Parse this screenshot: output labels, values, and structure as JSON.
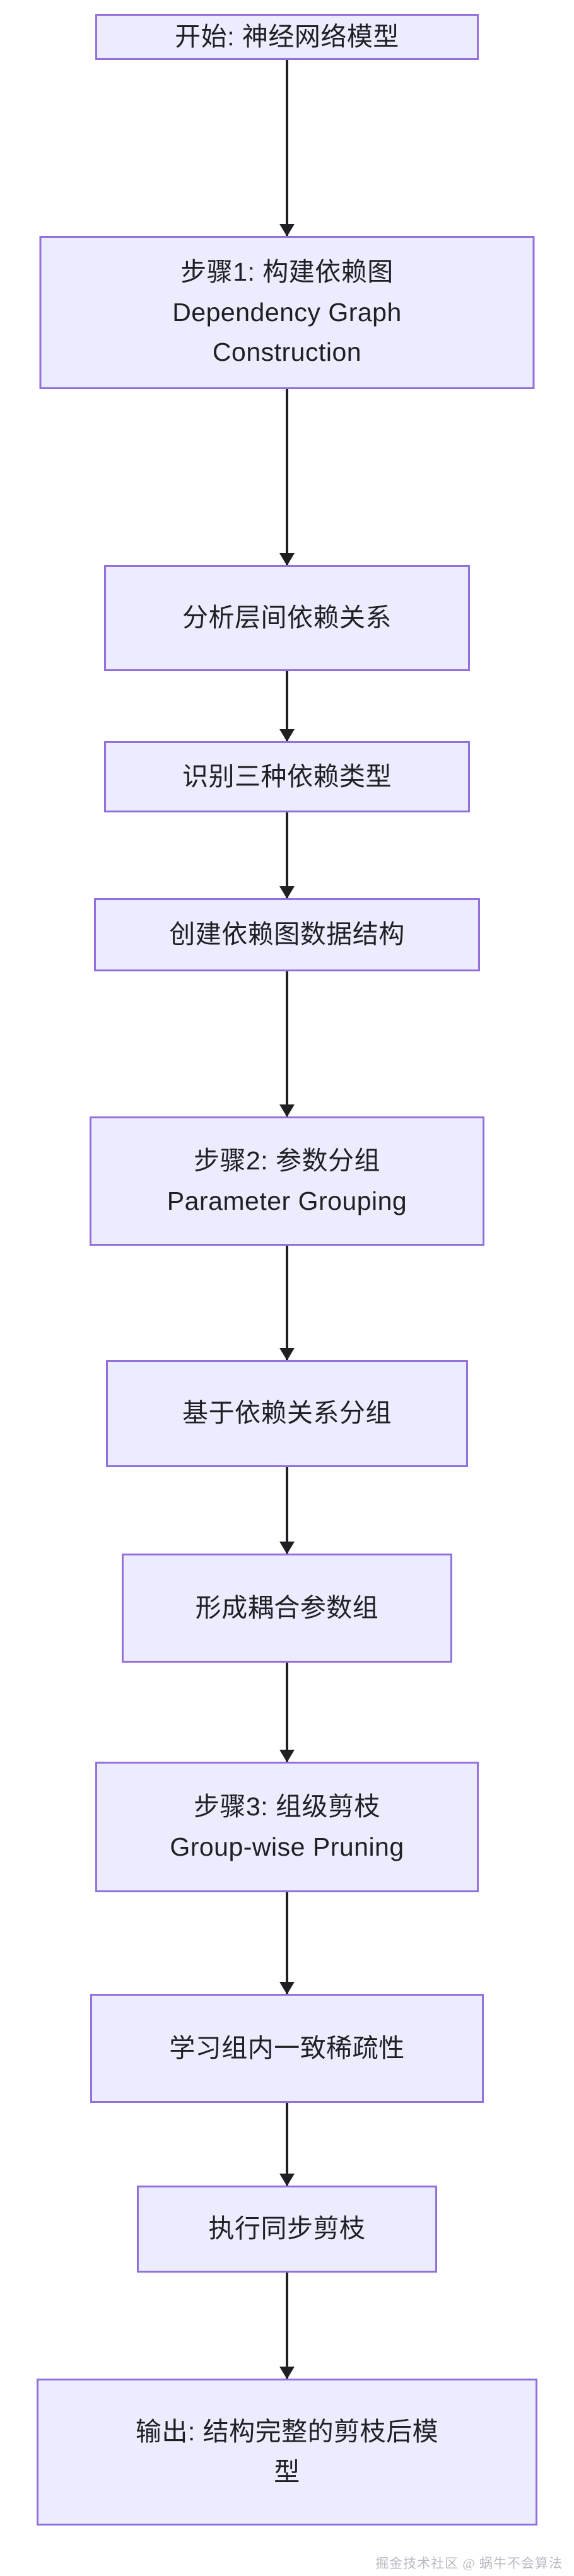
{
  "diagram": {
    "type": "flowchart",
    "direction": "top-to-bottom",
    "theme": {
      "node_fill": "#ececff",
      "node_border": "#9370db",
      "node_text": "#1f2023",
      "edge_color": "#1f2023",
      "background": "#ffffff",
      "watermark_color": "#b9b9c4"
    },
    "nodes": [
      {
        "id": "start",
        "lines": [
          "开始: 神经网络模型"
        ]
      },
      {
        "id": "step1",
        "lines": [
          "步骤1: 构建依赖图",
          "Dependency Graph",
          "Construction"
        ]
      },
      {
        "id": "s1a",
        "lines": [
          "分析层间依赖关系"
        ]
      },
      {
        "id": "s1b",
        "lines": [
          "识别三种依赖类型"
        ]
      },
      {
        "id": "s1c",
        "lines": [
          "创建依赖图数据结构"
        ]
      },
      {
        "id": "step2",
        "lines": [
          "步骤2: 参数分组",
          "Parameter Grouping"
        ]
      },
      {
        "id": "s2a",
        "lines": [
          "基于依赖关系分组"
        ]
      },
      {
        "id": "s2b",
        "lines": [
          "形成耦合参数组"
        ]
      },
      {
        "id": "step3",
        "lines": [
          "步骤3: 组级剪枝",
          "Group-wise Pruning"
        ]
      },
      {
        "id": "s3a",
        "lines": [
          "学习组内一致稀疏性"
        ]
      },
      {
        "id": "s3b",
        "lines": [
          "执行同步剪枝"
        ]
      },
      {
        "id": "output",
        "lines": [
          "输出: 结构完整的剪枝后模",
          "型"
        ]
      }
    ],
    "edges": [
      {
        "from": "start",
        "to": "step1",
        "label": ""
      },
      {
        "from": "step1",
        "to": "s1a",
        "label": ""
      },
      {
        "from": "s1a",
        "to": "s1b",
        "label": ""
      },
      {
        "from": "s1b",
        "to": "s1c",
        "label": ""
      },
      {
        "from": "s1c",
        "to": "step2",
        "label": ""
      },
      {
        "from": "step2",
        "to": "s2a",
        "label": ""
      },
      {
        "from": "s2a",
        "to": "s2b",
        "label": ""
      },
      {
        "from": "s2b",
        "to": "step3",
        "label": ""
      },
      {
        "from": "step3",
        "to": "s3a",
        "label": ""
      },
      {
        "from": "s3a",
        "to": "s3b",
        "label": ""
      },
      {
        "from": "s3b",
        "to": "output",
        "label": ""
      }
    ],
    "watermark": "掘金技术社区 @ 蜗牛不会算法"
  }
}
